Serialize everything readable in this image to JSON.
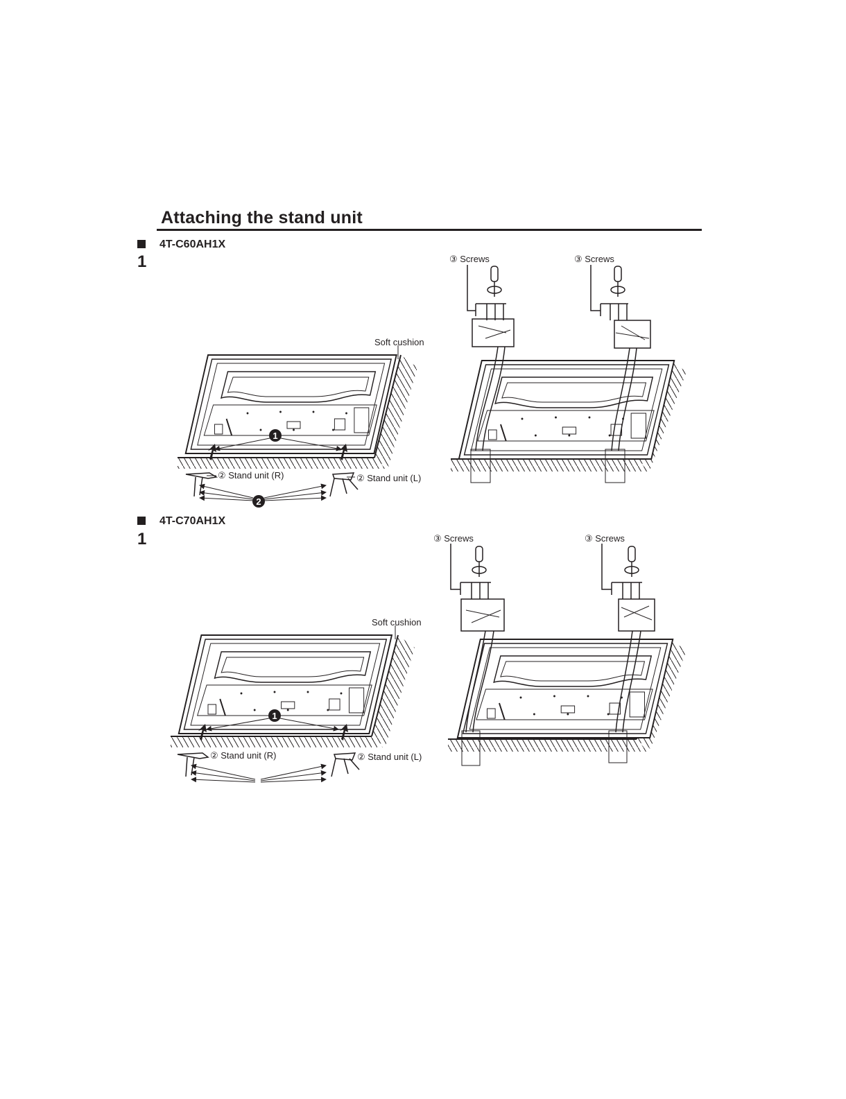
{
  "heading": "Attaching the stand unit",
  "sections": [
    {
      "model": "4T-C60AH1X",
      "step": "1",
      "soft_cushion": "Soft cushion",
      "stand_r": "② Stand unit (R)",
      "stand_l": "② Stand unit (L)",
      "screws_left": "③ Screws",
      "screws_right": "③ Screws",
      "callout_1": "1",
      "callout_2": "2"
    },
    {
      "model": "4T-C70AH1X",
      "step": "1",
      "soft_cushion": "Soft cushion",
      "stand_r": "② Stand unit (R)",
      "stand_l": "② Stand unit (L)",
      "screws_left": "③ Screws",
      "screws_right": "③ Screws",
      "callout_1": "1"
    }
  ]
}
